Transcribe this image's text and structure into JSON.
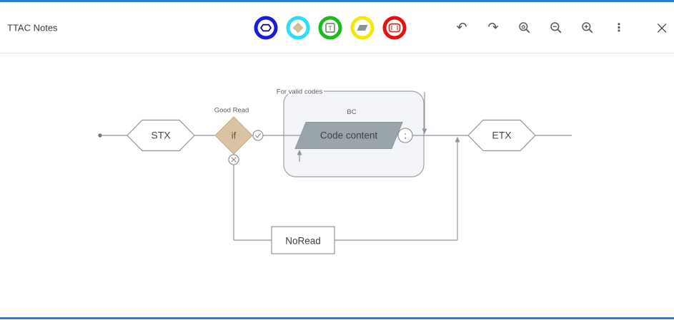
{
  "window": {
    "accent_color": "#2e7bd2"
  },
  "header": {
    "title": "TTAC Notes",
    "shape_tools": [
      {
        "name": "terminator-shape-tool",
        "ring_color": "#1b1be0",
        "icon": "hexagon-terminator-icon",
        "icon_color": "#00008b"
      },
      {
        "name": "decision-shape-tool",
        "ring_color": "#2bdef2",
        "icon": "diamond-icon",
        "icon_color": "#d9bf9b"
      },
      {
        "name": "text-shape-tool",
        "ring_color": "#1cba1c",
        "icon": "text-box-icon",
        "icon_color": "#567d57",
        "glyph": "T"
      },
      {
        "name": "data-shape-tool",
        "ring_color": "#f2e90a",
        "icon": "parallelogram-icon",
        "icon_color": "#8a939b"
      },
      {
        "name": "process-shape-tool",
        "ring_color": "#e51212",
        "icon": "rounded-rect-icon",
        "icon_color": "#c9302f"
      }
    ],
    "actions": {
      "undo_glyph": "↶",
      "redo_glyph": "↷",
      "more_glyph": "⋮",
      "close_glyph": "×"
    }
  },
  "diagram": {
    "start_label": "STX",
    "decision_label": "if",
    "decision_caption": "Good Read",
    "group_title": "For valid codes",
    "group_caption": "BC",
    "data_label": "Code content",
    "separator_label": ";",
    "end_label": "ETX",
    "fail_label": "NoRead",
    "colors": {
      "line": "#8f959c",
      "decision_fill": "#d9c3a3",
      "decision_stroke": "#c4ab80",
      "data_fill": "#9aa4ab",
      "group_fill": "#f2f4f7"
    }
  }
}
